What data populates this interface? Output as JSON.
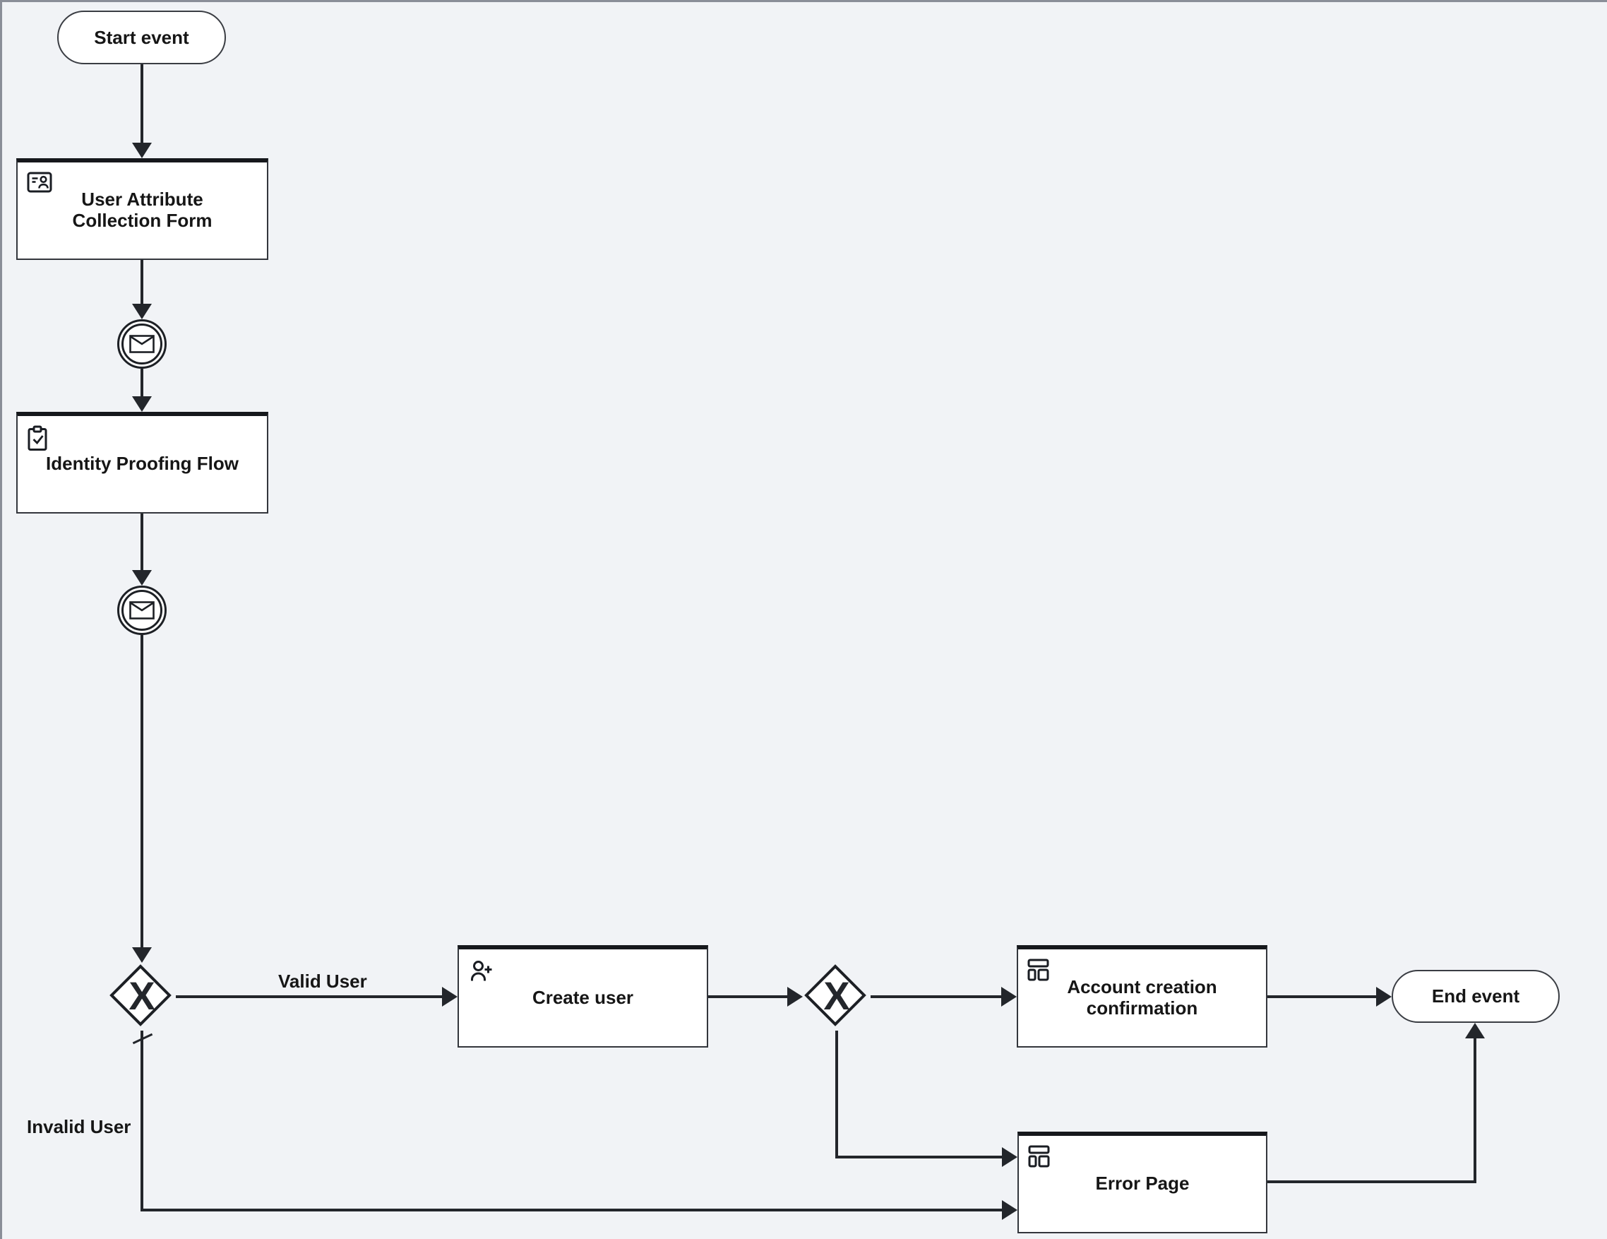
{
  "diagram": {
    "type": "bpmn-flow",
    "background_color": "#f1f3f6",
    "line_color": "#23262b",
    "node_fill": "#ffffff",
    "node_border_color": "#33363c",
    "node_top_bar_color": "#16181c",
    "text_color": "#161616",
    "canvas_edge_color": "#8a8e98",
    "nodes": {
      "start_event": {
        "label": "Start event",
        "type": "start-event"
      },
      "user_attribute_collection_form": {
        "label": "User Attribute Collection Form",
        "type": "task",
        "icon": "id-badge-icon"
      },
      "identity_proofing_flow": {
        "label": "Identity Proofing Flow",
        "type": "task",
        "icon": "clipboard-check-icon"
      },
      "message_event_1": {
        "type": "message-event",
        "icon": "envelope-icon"
      },
      "message_event_2": {
        "type": "message-event",
        "icon": "envelope-icon"
      },
      "gateway_1": {
        "marker": "X",
        "type": "exclusive-gateway"
      },
      "gateway_2": {
        "marker": "X",
        "type": "exclusive-gateway"
      },
      "create_user": {
        "label": "Create user",
        "type": "task",
        "icon": "user-add-icon"
      },
      "account_creation_confirmation": {
        "label": "Account creation confirmation",
        "type": "task",
        "icon": "page-layout-icon"
      },
      "error_page": {
        "label": "Error Page",
        "type": "task",
        "icon": "page-layout-icon"
      },
      "end_event": {
        "label": "End event",
        "type": "end-event"
      }
    },
    "edge_labels": {
      "valid_user": "Valid User",
      "invalid_user": "Invalid User"
    }
  }
}
